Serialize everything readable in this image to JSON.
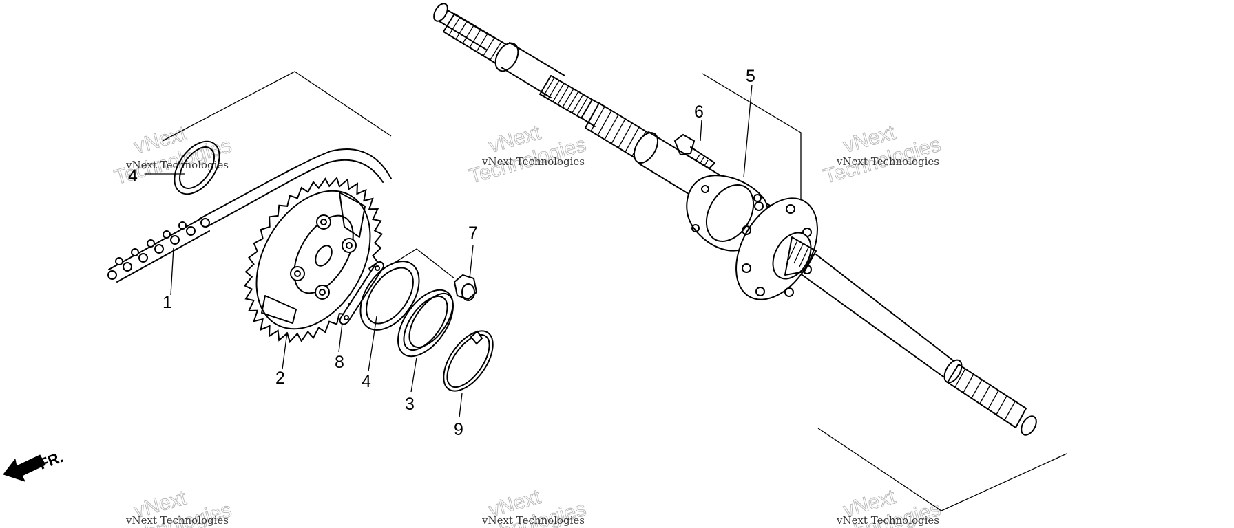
{
  "diagram": {
    "callouts": [
      {
        "id": "1"
      },
      {
        "id": "2"
      },
      {
        "id": "3"
      },
      {
        "id": "4"
      },
      {
        "id": "4"
      },
      {
        "id": "5"
      },
      {
        "id": "6"
      },
      {
        "id": "7"
      },
      {
        "id": "8"
      },
      {
        "id": "9"
      }
    ],
    "front_indicator": "FR.",
    "watermark": {
      "company": "vNext Technologies",
      "line1": "vNext",
      "line2": "Technologies"
    }
  }
}
